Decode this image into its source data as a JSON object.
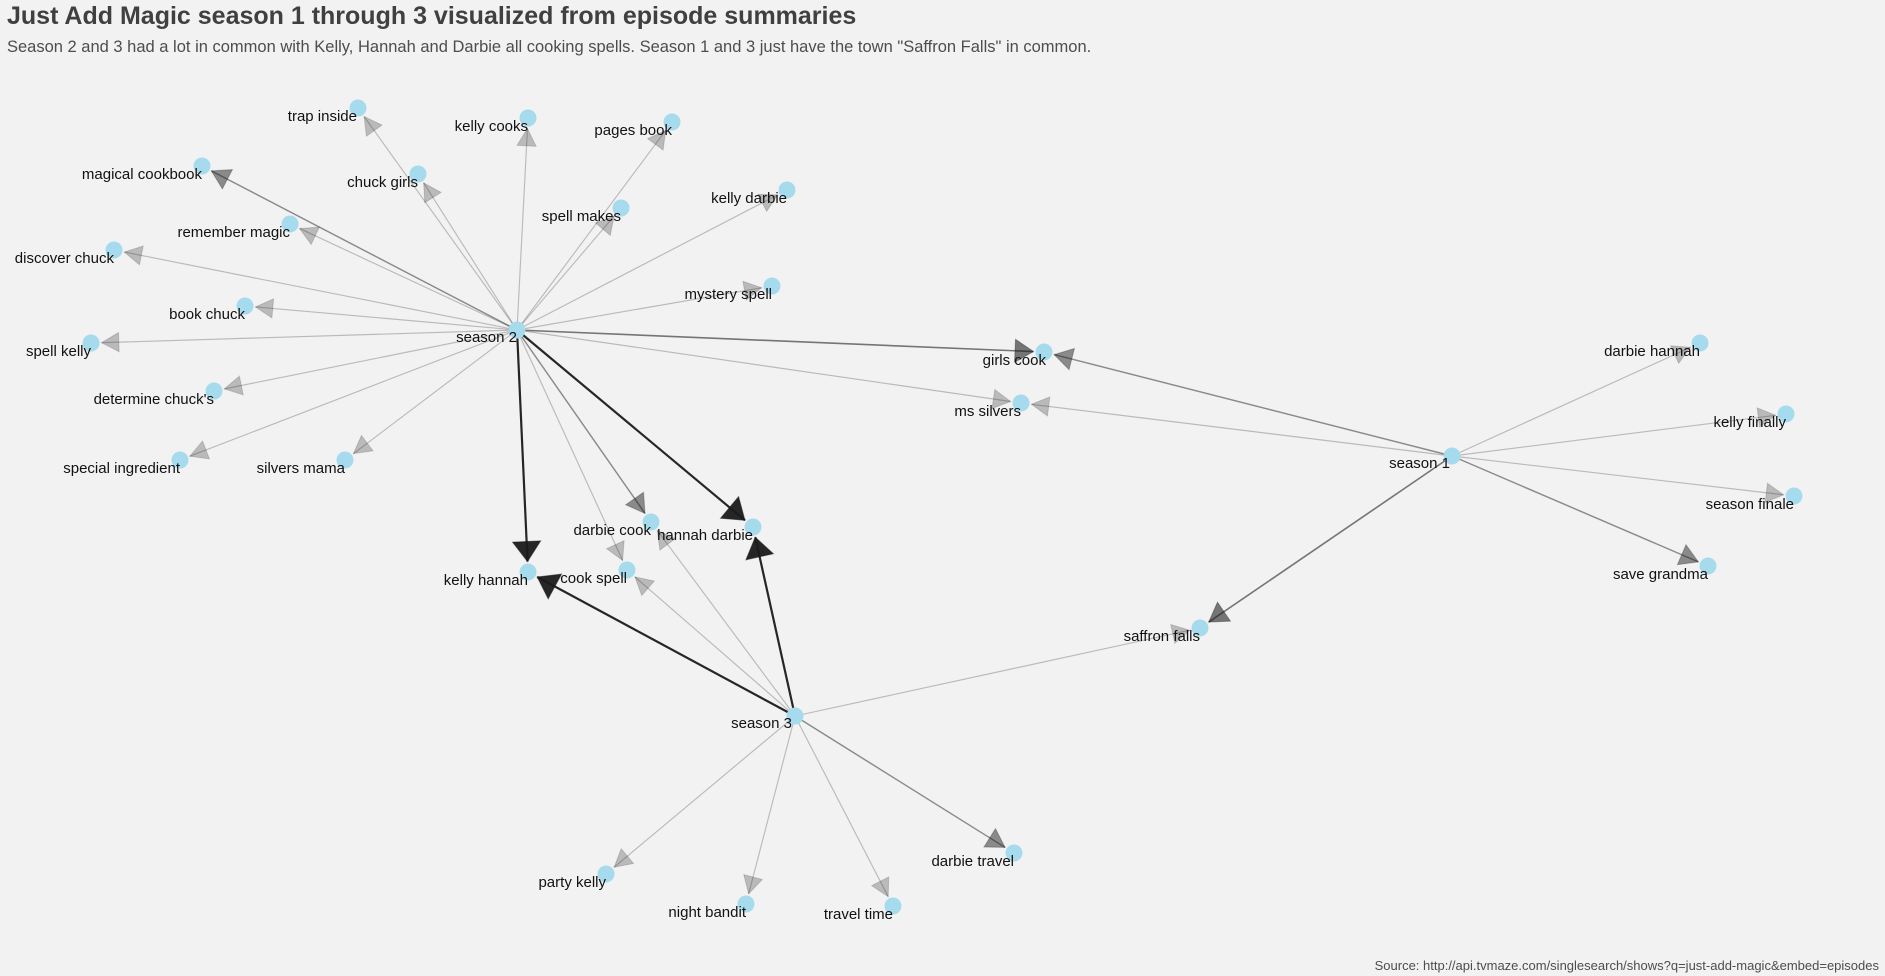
{
  "title": "Just Add Magic season 1 through 3 visualized from episode summaries",
  "subtitle": "Season 2 and 3 had a lot in common with Kelly, Hannah and Darbie all cooking spells. Season 1 and 3 just have the town \"Saffron Falls\" in common.",
  "caption": "Source: http://api.tvmaze.com/singlesearch/shows?q=just-add-magic&embed=episodes",
  "colors": {
    "background": "#f2f2f2",
    "node": "#a6dbee",
    "edge": "#1a1a1a",
    "label": "#111111"
  },
  "graph": {
    "nodes": [
      {
        "id": "season 2",
        "label": "season 2"
      },
      {
        "id": "season 1",
        "label": "season 1"
      },
      {
        "id": "season 3",
        "label": "season 3"
      },
      {
        "id": "trap inside",
        "label": "trap inside"
      },
      {
        "id": "kelly cooks",
        "label": "kelly cooks"
      },
      {
        "id": "pages book",
        "label": "pages book"
      },
      {
        "id": "magical cookbook",
        "label": "magical cookbook"
      },
      {
        "id": "chuck girls",
        "label": "chuck girls"
      },
      {
        "id": "kelly darbie",
        "label": "kelly darbie"
      },
      {
        "id": "spell makes",
        "label": "spell makes"
      },
      {
        "id": "remember magic",
        "label": "remember magic"
      },
      {
        "id": "discover chuck",
        "label": "discover chuck"
      },
      {
        "id": "mystery spell",
        "label": "mystery spell"
      },
      {
        "id": "book chuck",
        "label": "book chuck"
      },
      {
        "id": "spell kelly",
        "label": "spell kelly"
      },
      {
        "id": "girls cook",
        "label": "girls cook"
      },
      {
        "id": "determine chuck's",
        "label": "determine chuck's"
      },
      {
        "id": "ms silvers",
        "label": "ms silvers"
      },
      {
        "id": "special ingredient",
        "label": "special ingredient"
      },
      {
        "id": "silvers mama",
        "label": "silvers mama"
      },
      {
        "id": "darbie cook",
        "label": "darbie cook"
      },
      {
        "id": "hannah darbie",
        "label": "hannah darbie"
      },
      {
        "id": "kelly hannah",
        "label": "kelly hannah"
      },
      {
        "id": "cook spell",
        "label": "cook spell"
      },
      {
        "id": "darbie hannah",
        "label": "darbie hannah"
      },
      {
        "id": "kelly finally",
        "label": "kelly finally"
      },
      {
        "id": "season finale",
        "label": "season finale"
      },
      {
        "id": "save grandma",
        "label": "save grandma"
      },
      {
        "id": "saffron falls",
        "label": "saffron falls"
      },
      {
        "id": "party kelly",
        "label": "party kelly"
      },
      {
        "id": "night bandit",
        "label": "night bandit"
      },
      {
        "id": "travel time",
        "label": "travel time"
      },
      {
        "id": "darbie travel",
        "label": "darbie travel"
      }
    ],
    "edges": [
      {
        "source": "season 2",
        "target": "trap inside",
        "weight": 1
      },
      {
        "source": "season 2",
        "target": "kelly cooks",
        "weight": 1
      },
      {
        "source": "season 2",
        "target": "pages book",
        "weight": 1
      },
      {
        "source": "season 2",
        "target": "magical cookbook",
        "weight": 3
      },
      {
        "source": "season 2",
        "target": "chuck girls",
        "weight": 1
      },
      {
        "source": "season 2",
        "target": "kelly darbie",
        "weight": 1
      },
      {
        "source": "season 2",
        "target": "spell makes",
        "weight": 1
      },
      {
        "source": "season 2",
        "target": "remember magic",
        "weight": 1
      },
      {
        "source": "season 2",
        "target": "discover chuck",
        "weight": 1
      },
      {
        "source": "season 2",
        "target": "mystery spell",
        "weight": 1
      },
      {
        "source": "season 2",
        "target": "book chuck",
        "weight": 1
      },
      {
        "source": "season 2",
        "target": "spell kelly",
        "weight": 1
      },
      {
        "source": "season 2",
        "target": "determine chuck's",
        "weight": 1
      },
      {
        "source": "season 2",
        "target": "special ingredient",
        "weight": 1
      },
      {
        "source": "season 2",
        "target": "silvers mama",
        "weight": 1
      },
      {
        "source": "season 2",
        "target": "girls cook",
        "weight": 4
      },
      {
        "source": "season 2",
        "target": "ms silvers",
        "weight": 1
      },
      {
        "source": "season 2",
        "target": "kelly hannah",
        "weight": 8
      },
      {
        "source": "season 2",
        "target": "hannah darbie",
        "weight": 8
      },
      {
        "source": "season 2",
        "target": "darbie cook",
        "weight": 3
      },
      {
        "source": "season 2",
        "target": "cook spell",
        "weight": 1
      },
      {
        "source": "season 1",
        "target": "girls cook",
        "weight": 3
      },
      {
        "source": "season 1",
        "target": "ms silvers",
        "weight": 1
      },
      {
        "source": "season 1",
        "target": "darbie hannah",
        "weight": 1
      },
      {
        "source": "season 1",
        "target": "kelly finally",
        "weight": 1
      },
      {
        "source": "season 1",
        "target": "season finale",
        "weight": 1
      },
      {
        "source": "season 1",
        "target": "save grandma",
        "weight": 3
      },
      {
        "source": "season 1",
        "target": "saffron falls",
        "weight": 4
      },
      {
        "source": "season 3",
        "target": "saffron falls",
        "weight": 1
      },
      {
        "source": "season 3",
        "target": "kelly hannah",
        "weight": 8
      },
      {
        "source": "season 3",
        "target": "hannah darbie",
        "weight": 8
      },
      {
        "source": "season 3",
        "target": "cook spell",
        "weight": 1
      },
      {
        "source": "season 3",
        "target": "darbie cook",
        "weight": 1
      },
      {
        "source": "season 3",
        "target": "party kelly",
        "weight": 1
      },
      {
        "source": "season 3",
        "target": "night bandit",
        "weight": 1
      },
      {
        "source": "season 3",
        "target": "travel time",
        "weight": 1
      },
      {
        "source": "season 3",
        "target": "darbie travel",
        "weight": 3
      }
    ]
  }
}
